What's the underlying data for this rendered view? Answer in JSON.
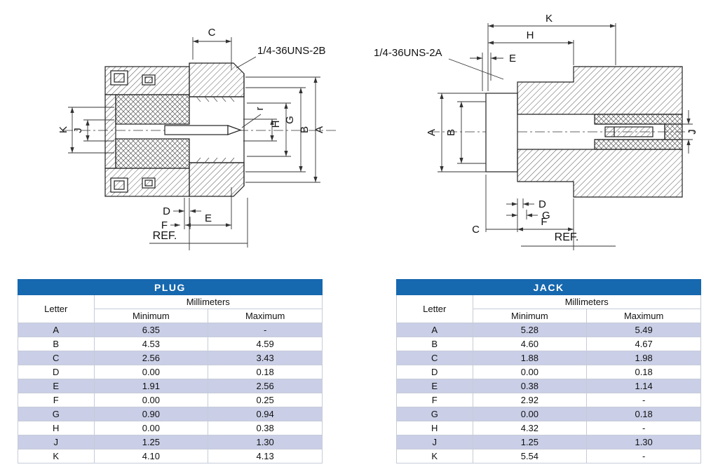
{
  "drawings": {
    "plug": {
      "thread_label": "1/4-36UNS-2B",
      "ref_label": "REF.",
      "dims": {
        "A": "A",
        "B": "B",
        "C": "C",
        "D": "D",
        "E": "E",
        "F": "F",
        "G": "G",
        "H": "H",
        "J": "J",
        "K": "K",
        "r": "r"
      }
    },
    "jack": {
      "thread_label": "1/4-36UNS-2A",
      "ref_label": "REF.",
      "dims": {
        "A": "A",
        "B": "B",
        "C": "C",
        "D": "D",
        "E": "E",
        "F": "F",
        "G": "G",
        "H": "H",
        "J": "J",
        "K": "K"
      }
    }
  },
  "tables": {
    "plug": {
      "title": "PLUG",
      "letter_header": "Letter",
      "group_header": "Millimeters",
      "min_header": "Minimum",
      "max_header": "Maximum",
      "rows": [
        [
          "A",
          "6.35",
          "-"
        ],
        [
          "B",
          "4.53",
          "4.59"
        ],
        [
          "C",
          "2.56",
          "3.43"
        ],
        [
          "D",
          "0.00",
          "0.18"
        ],
        [
          "E",
          "1.91",
          "2.56"
        ],
        [
          "F",
          "0.00",
          "0.25"
        ],
        [
          "G",
          "0.90",
          "0.94"
        ],
        [
          "H",
          "0.00",
          "0.38"
        ],
        [
          "J",
          "1.25",
          "1.30"
        ],
        [
          "K",
          "4.10",
          "4.13"
        ]
      ]
    },
    "jack": {
      "title": "JACK",
      "letter_header": "Letter",
      "group_header": "Millimeters",
      "min_header": "Minimum",
      "max_header": "Maximum",
      "rows": [
        [
          "A",
          "5.28",
          "5.49"
        ],
        [
          "B",
          "4.60",
          "4.67"
        ],
        [
          "C",
          "1.88",
          "1.98"
        ],
        [
          "D",
          "0.00",
          "0.18"
        ],
        [
          "E",
          "0.38",
          "1.14"
        ],
        [
          "F",
          "2.92",
          "-"
        ],
        [
          "G",
          "0.00",
          "0.18"
        ],
        [
          "H",
          "4.32",
          "-"
        ],
        [
          "J",
          "1.25",
          "1.30"
        ],
        [
          "K",
          "5.54",
          "-"
        ]
      ]
    }
  },
  "colors": {
    "header_blue": "#1668af",
    "row_alt": "#cacfe7"
  }
}
